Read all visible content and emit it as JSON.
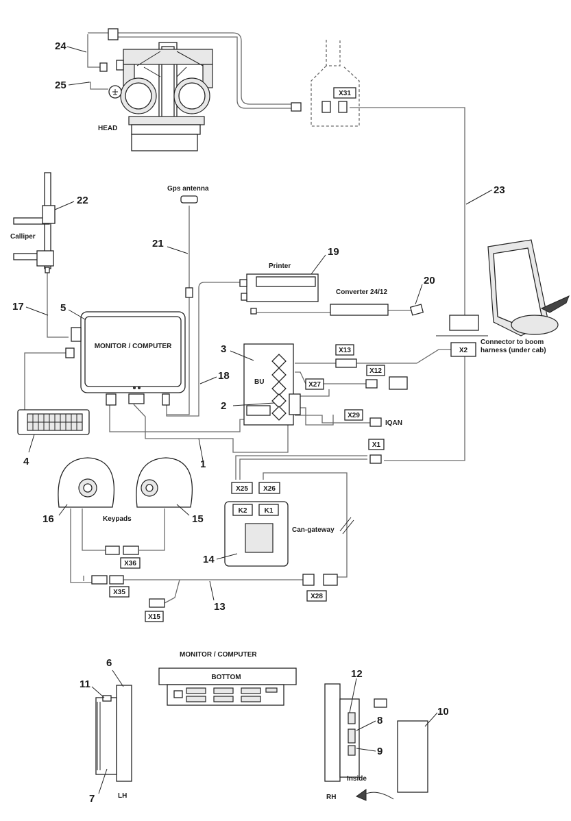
{
  "labels": {
    "head": "HEAD",
    "gps_antenna": "Gps antenna",
    "calliper": "Calliper",
    "printer": "Printer",
    "converter": "Converter 24/12",
    "monitor_computer": "MONITOR / COMPUTER",
    "bu": "BU",
    "connector_boom": "Connector to boom harness (under cab)",
    "iqan": "IQAN",
    "keypads": "Keypads",
    "can_gateway": "Can-gateway",
    "monitor_title": "MONITOR / COMPUTER",
    "bottom": "BOTTOM",
    "lh": "LH",
    "rh": "RH",
    "inside": "Inside"
  },
  "connectors": {
    "x31": "X31",
    "x13": "X13",
    "x12": "X12",
    "x2": "X2",
    "x27": "X27",
    "x29": "X29",
    "x1": "X1",
    "x25": "X25",
    "x26": "X26",
    "k2": "K2",
    "k1": "K1",
    "x36": "X36",
    "x35": "X35",
    "x28": "X28",
    "x15": "X15"
  },
  "callouts": {
    "n1": "1",
    "n2": "2",
    "n3": "3",
    "n4": "4",
    "n5": "5",
    "n6": "6",
    "n7": "7",
    "n8": "8",
    "n9": "9",
    "n10": "10",
    "n11": "11",
    "n12": "12",
    "n13": "13",
    "n14": "14",
    "n15": "15",
    "n16": "16",
    "n17": "17",
    "n18": "18",
    "n19": "19",
    "n20": "20",
    "n21": "21",
    "n22": "22",
    "n23": "23",
    "n24": "24",
    "n25": "25"
  }
}
